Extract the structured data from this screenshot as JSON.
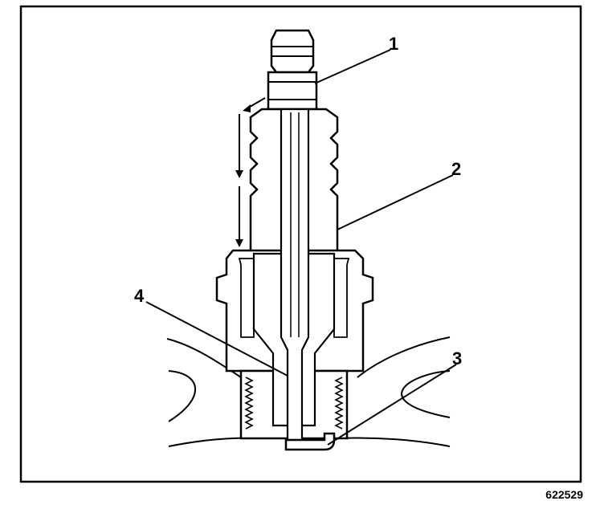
{
  "callouts": {
    "c1": "1",
    "c2": "2",
    "c3": "3",
    "c4": "4"
  },
  "figure_id": "622529",
  "colors": {
    "ink": "#000000",
    "paper": "#ffffff"
  }
}
